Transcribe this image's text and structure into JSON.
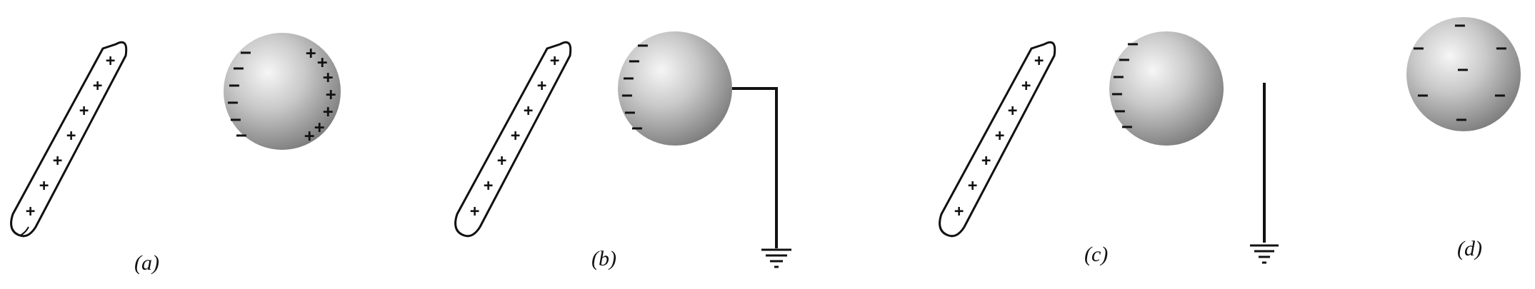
{
  "figure": {
    "panels": [
      {
        "id": "a",
        "label": "(a)"
      },
      {
        "id": "b",
        "label": "(b)"
      },
      {
        "id": "c",
        "label": "(c)"
      },
      {
        "id": "d",
        "label": "(d)"
      }
    ],
    "signs": {
      "plus": "+",
      "minus": "−"
    }
  }
}
